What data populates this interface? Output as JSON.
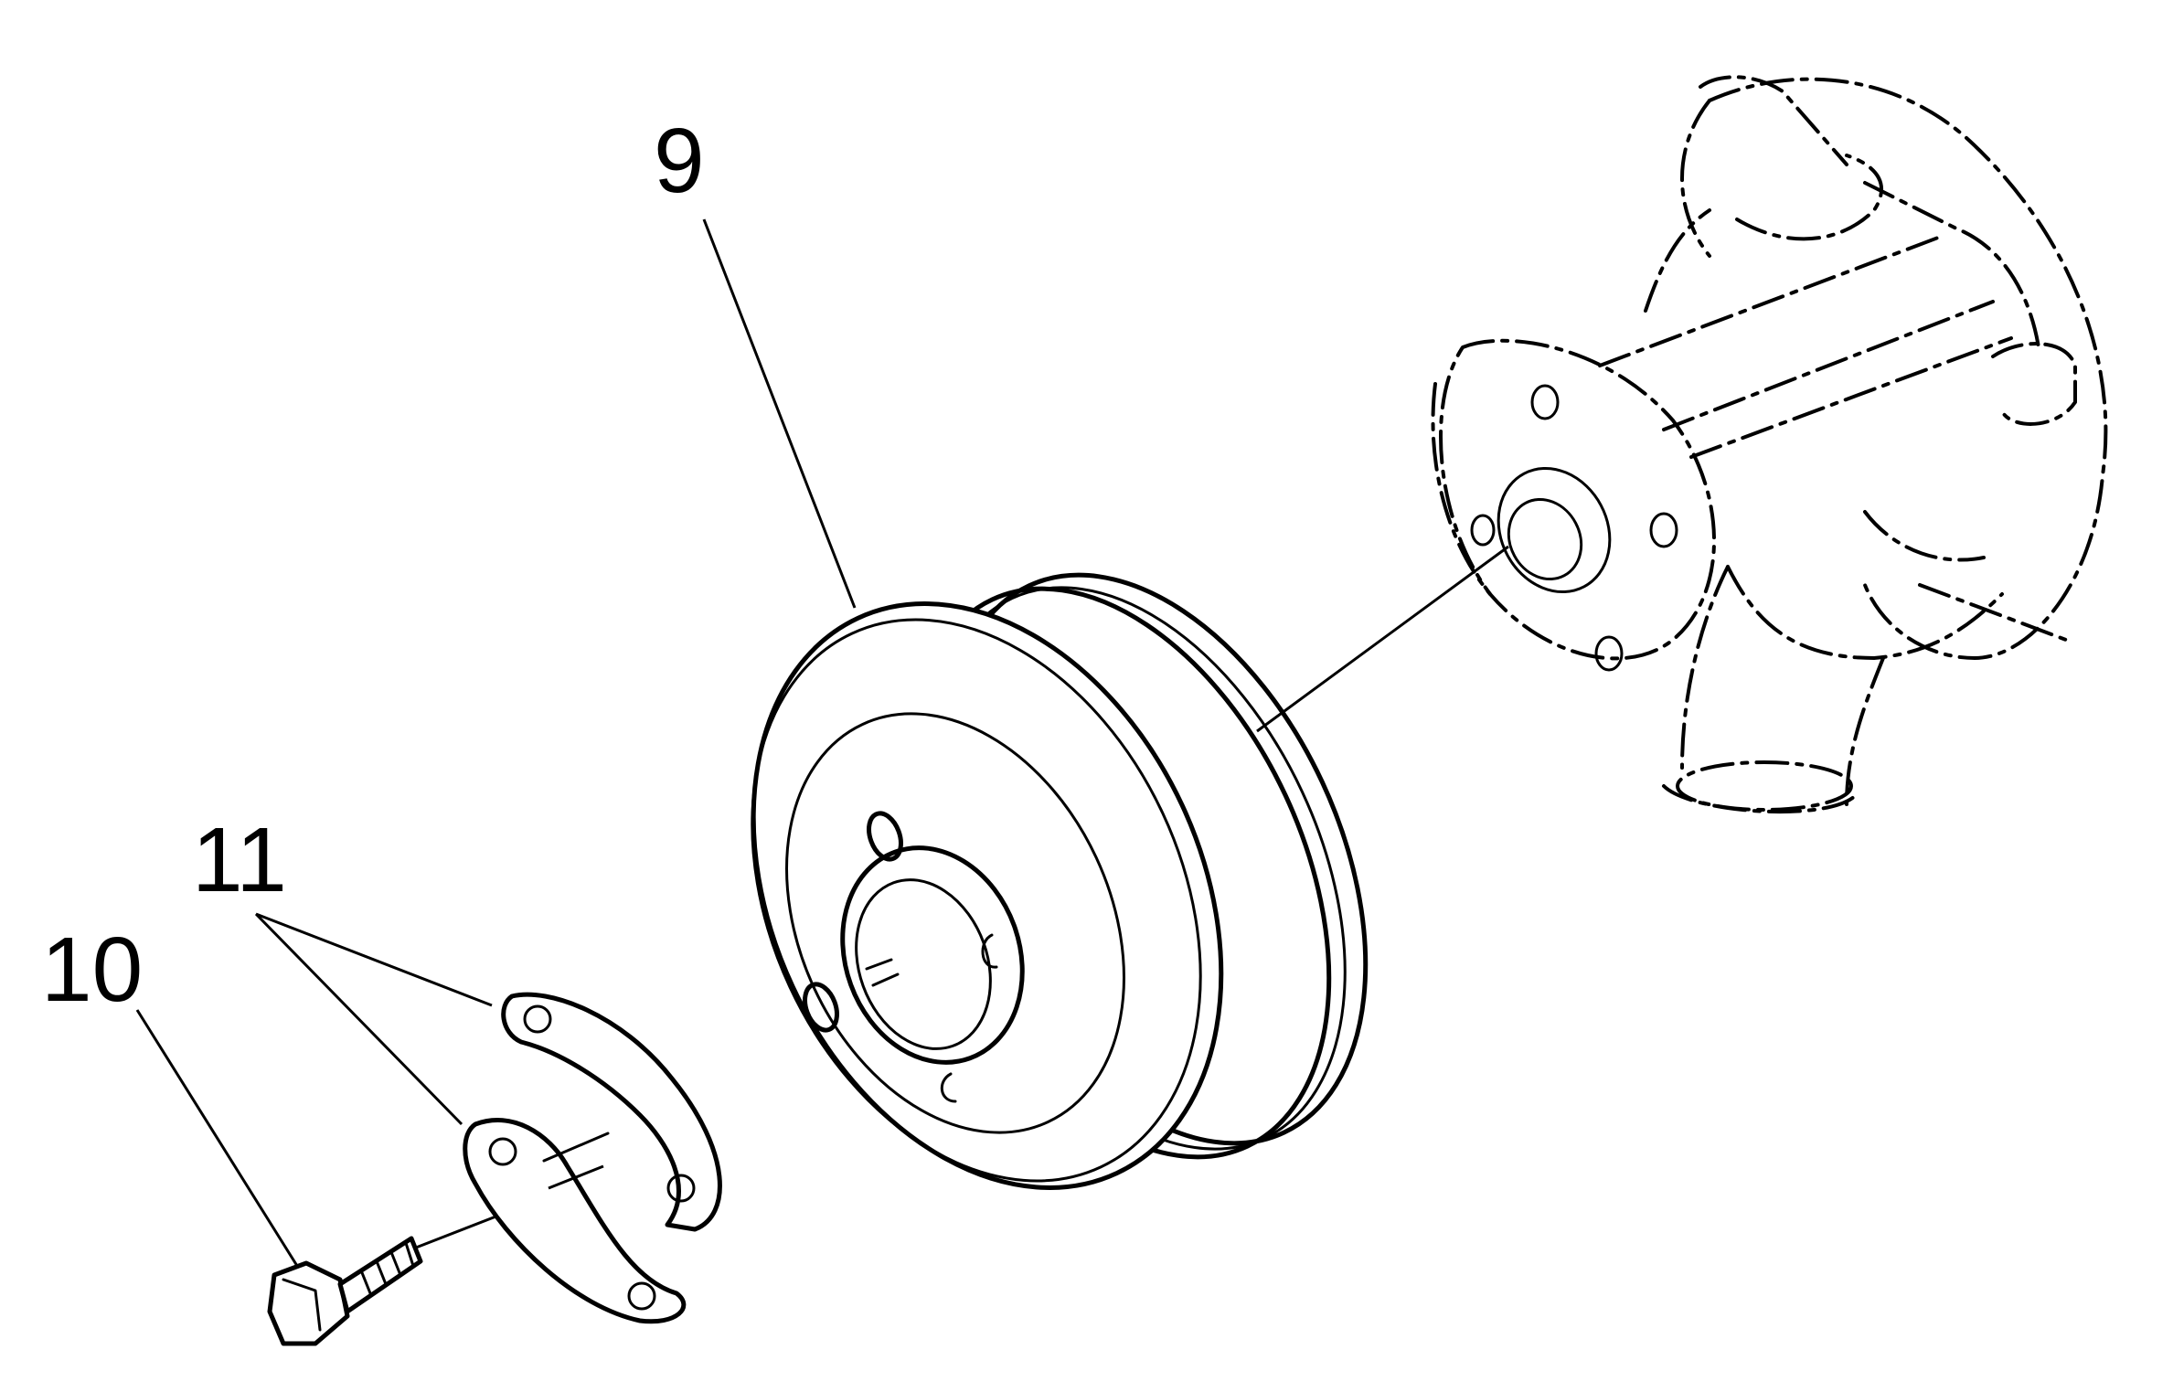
{
  "callouts": {
    "pulley": "9",
    "bolt": "10",
    "lock_washer": "11"
  },
  "colors": {
    "ink": "#000000",
    "background": "#ffffff"
  }
}
